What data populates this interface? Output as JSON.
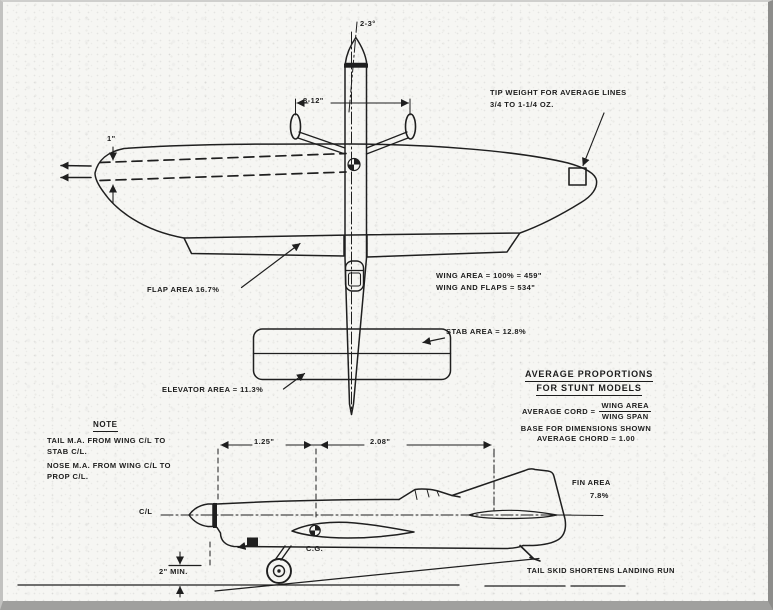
{
  "top_view": {
    "thrust_offset_label": "2-3°",
    "gear_span_label": "8-12\"",
    "tip_spacing_label": "1\"",
    "tip_weight_note_line1": "TIP WEIGHT FOR AVERAGE LINES",
    "tip_weight_note_line2": "3/4 TO 1-1/4 OZ.",
    "flap_area_label": "FLAP AREA 16.7%",
    "wing_area_line1": "WING AREA = 100% = 459\"",
    "wing_area_line2": "WING AND FLAPS  = 534\"",
    "stab_area_label": "STAB AREA = 12.8%",
    "elevator_area_label": "ELEVATOR AREA = 11.3%"
  },
  "proportions_box": {
    "title_line1": "AVERAGE PROPORTIONS",
    "title_line2": "FOR STUNT MODELS",
    "formula_prefix": "AVERAGE CORD =",
    "formula_numerator": "WING AREA",
    "formula_denominator": "WING SPAN",
    "base_line1": "BASE FOR DIMENSIONS SHOWN",
    "base_line2": "AVERAGE CHORD = 1.00"
  },
  "note_box": {
    "title": "NOTE",
    "line1": "TAIL M.A. FROM WING C/L TO",
    "line2": "STAB C/L.",
    "line3": "NOSE M.A. FROM WING C/L TO",
    "line4": "PROP C/L."
  },
  "side_view": {
    "nose_moment_label": "1.25\"",
    "tail_moment_label": "2.08\"",
    "centerline_label": "C/L",
    "cg_label": "C.G.",
    "fin_area_line1": "FIN AREA",
    "fin_area_line2": "7.8%",
    "ground_clearance_label": "2\" MIN.",
    "tail_skid_note": "TAIL SKID SHORTENS LANDING RUN"
  },
  "colors": {
    "ink": "#1f1f1f",
    "paper": "#f6f6f3"
  }
}
